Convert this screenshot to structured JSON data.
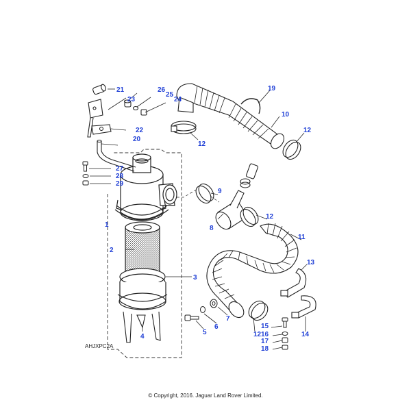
{
  "diagram": {
    "reference_code": "AHJXPC2A",
    "callout_color": "#1f3fd6",
    "line_color": "#222222",
    "callouts": [
      {
        "id": "c1",
        "label": "1"
      },
      {
        "id": "c2",
        "label": "2"
      },
      {
        "id": "c3",
        "label": "3"
      },
      {
        "id": "c4",
        "label": "4"
      },
      {
        "id": "c5",
        "label": "5"
      },
      {
        "id": "c6",
        "label": "6"
      },
      {
        "id": "c7",
        "label": "7"
      },
      {
        "id": "c8",
        "label": "8"
      },
      {
        "id": "c9",
        "label": "9"
      },
      {
        "id": "c10",
        "label": "10"
      },
      {
        "id": "c11",
        "label": "11"
      },
      {
        "id": "c12a",
        "label": "12"
      },
      {
        "id": "c12b",
        "label": "12"
      },
      {
        "id": "c12c",
        "label": "12"
      },
      {
        "id": "c12d",
        "label": "12"
      },
      {
        "id": "c13",
        "label": "13"
      },
      {
        "id": "c14",
        "label": "14"
      },
      {
        "id": "c15",
        "label": "15"
      },
      {
        "id": "c16",
        "label": "16"
      },
      {
        "id": "c17",
        "label": "17"
      },
      {
        "id": "c18",
        "label": "18"
      },
      {
        "id": "c19",
        "label": "19"
      },
      {
        "id": "c20",
        "label": "20"
      },
      {
        "id": "c21",
        "label": "21"
      },
      {
        "id": "c22",
        "label": "22"
      },
      {
        "id": "c23",
        "label": "23"
      },
      {
        "id": "c24",
        "label": "24"
      },
      {
        "id": "c25",
        "label": "25"
      },
      {
        "id": "c26",
        "label": "26"
      },
      {
        "id": "c27",
        "label": "27"
      },
      {
        "id": "c28",
        "label": "28"
      },
      {
        "id": "c29",
        "label": "29"
      }
    ]
  },
  "footer": {
    "copyright": "© Copyright, 2016. Jaguar Land Rover Limited."
  }
}
